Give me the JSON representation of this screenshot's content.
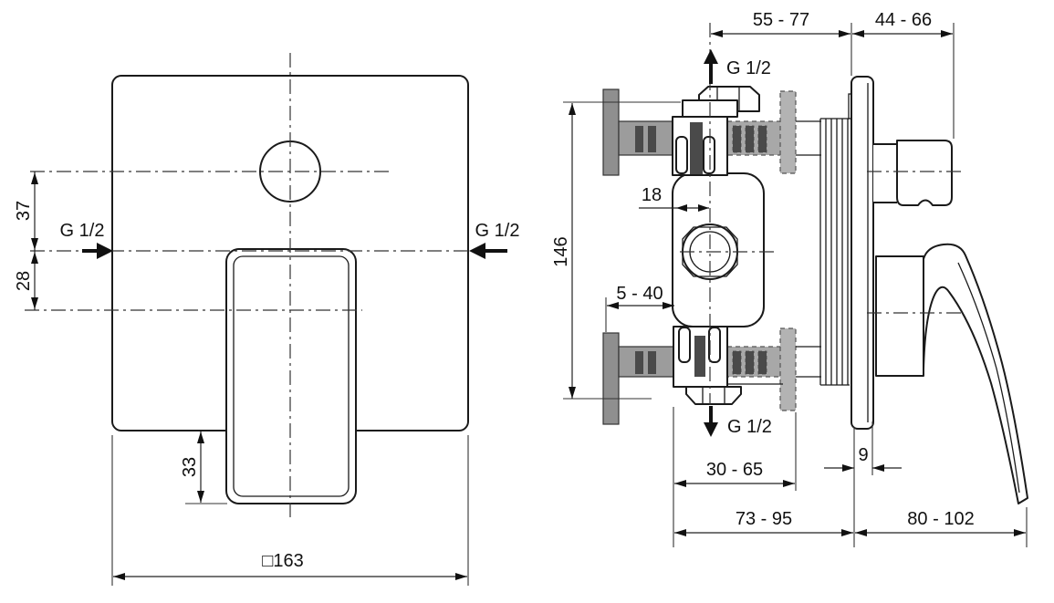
{
  "drawing": {
    "type": "technical-installation-drawing",
    "views": [
      "front-view",
      "side-section-view"
    ]
  },
  "front_view": {
    "inlet_left": "G 1/2",
    "inlet_right": "G 1/2",
    "dim_center_to_inlet": "37",
    "dim_inlet_to_handle": "28",
    "dim_handle_drop": "33",
    "dim_plate_square": "□163"
  },
  "side_view": {
    "outlet_top": "G 1/2",
    "outlet_bottom": "G 1/2",
    "dim_body_depth_range": "55 - 77",
    "dim_trim_depth_range": "44 - 66",
    "dim_body_height": "146",
    "dim_face_to_center": "18",
    "dim_wall_thickness_range": "5 - 40",
    "dim_rough_in_range": "30 - 65",
    "dim_plate_thickness": "9",
    "dim_recess_depth_range": "73 - 95",
    "dim_protrusion_range": "80 - 102"
  },
  "colors": {
    "line": "#1a1a1a",
    "background": "#ffffff",
    "wall_bar_solid": "#8f8f8f",
    "wall_band": "#9c9c9c",
    "wall_dark_block": "#4a4a4a",
    "wall_dashed_fill": "#b3b3b3",
    "wall_dashed_band": "#a8a8a8"
  }
}
